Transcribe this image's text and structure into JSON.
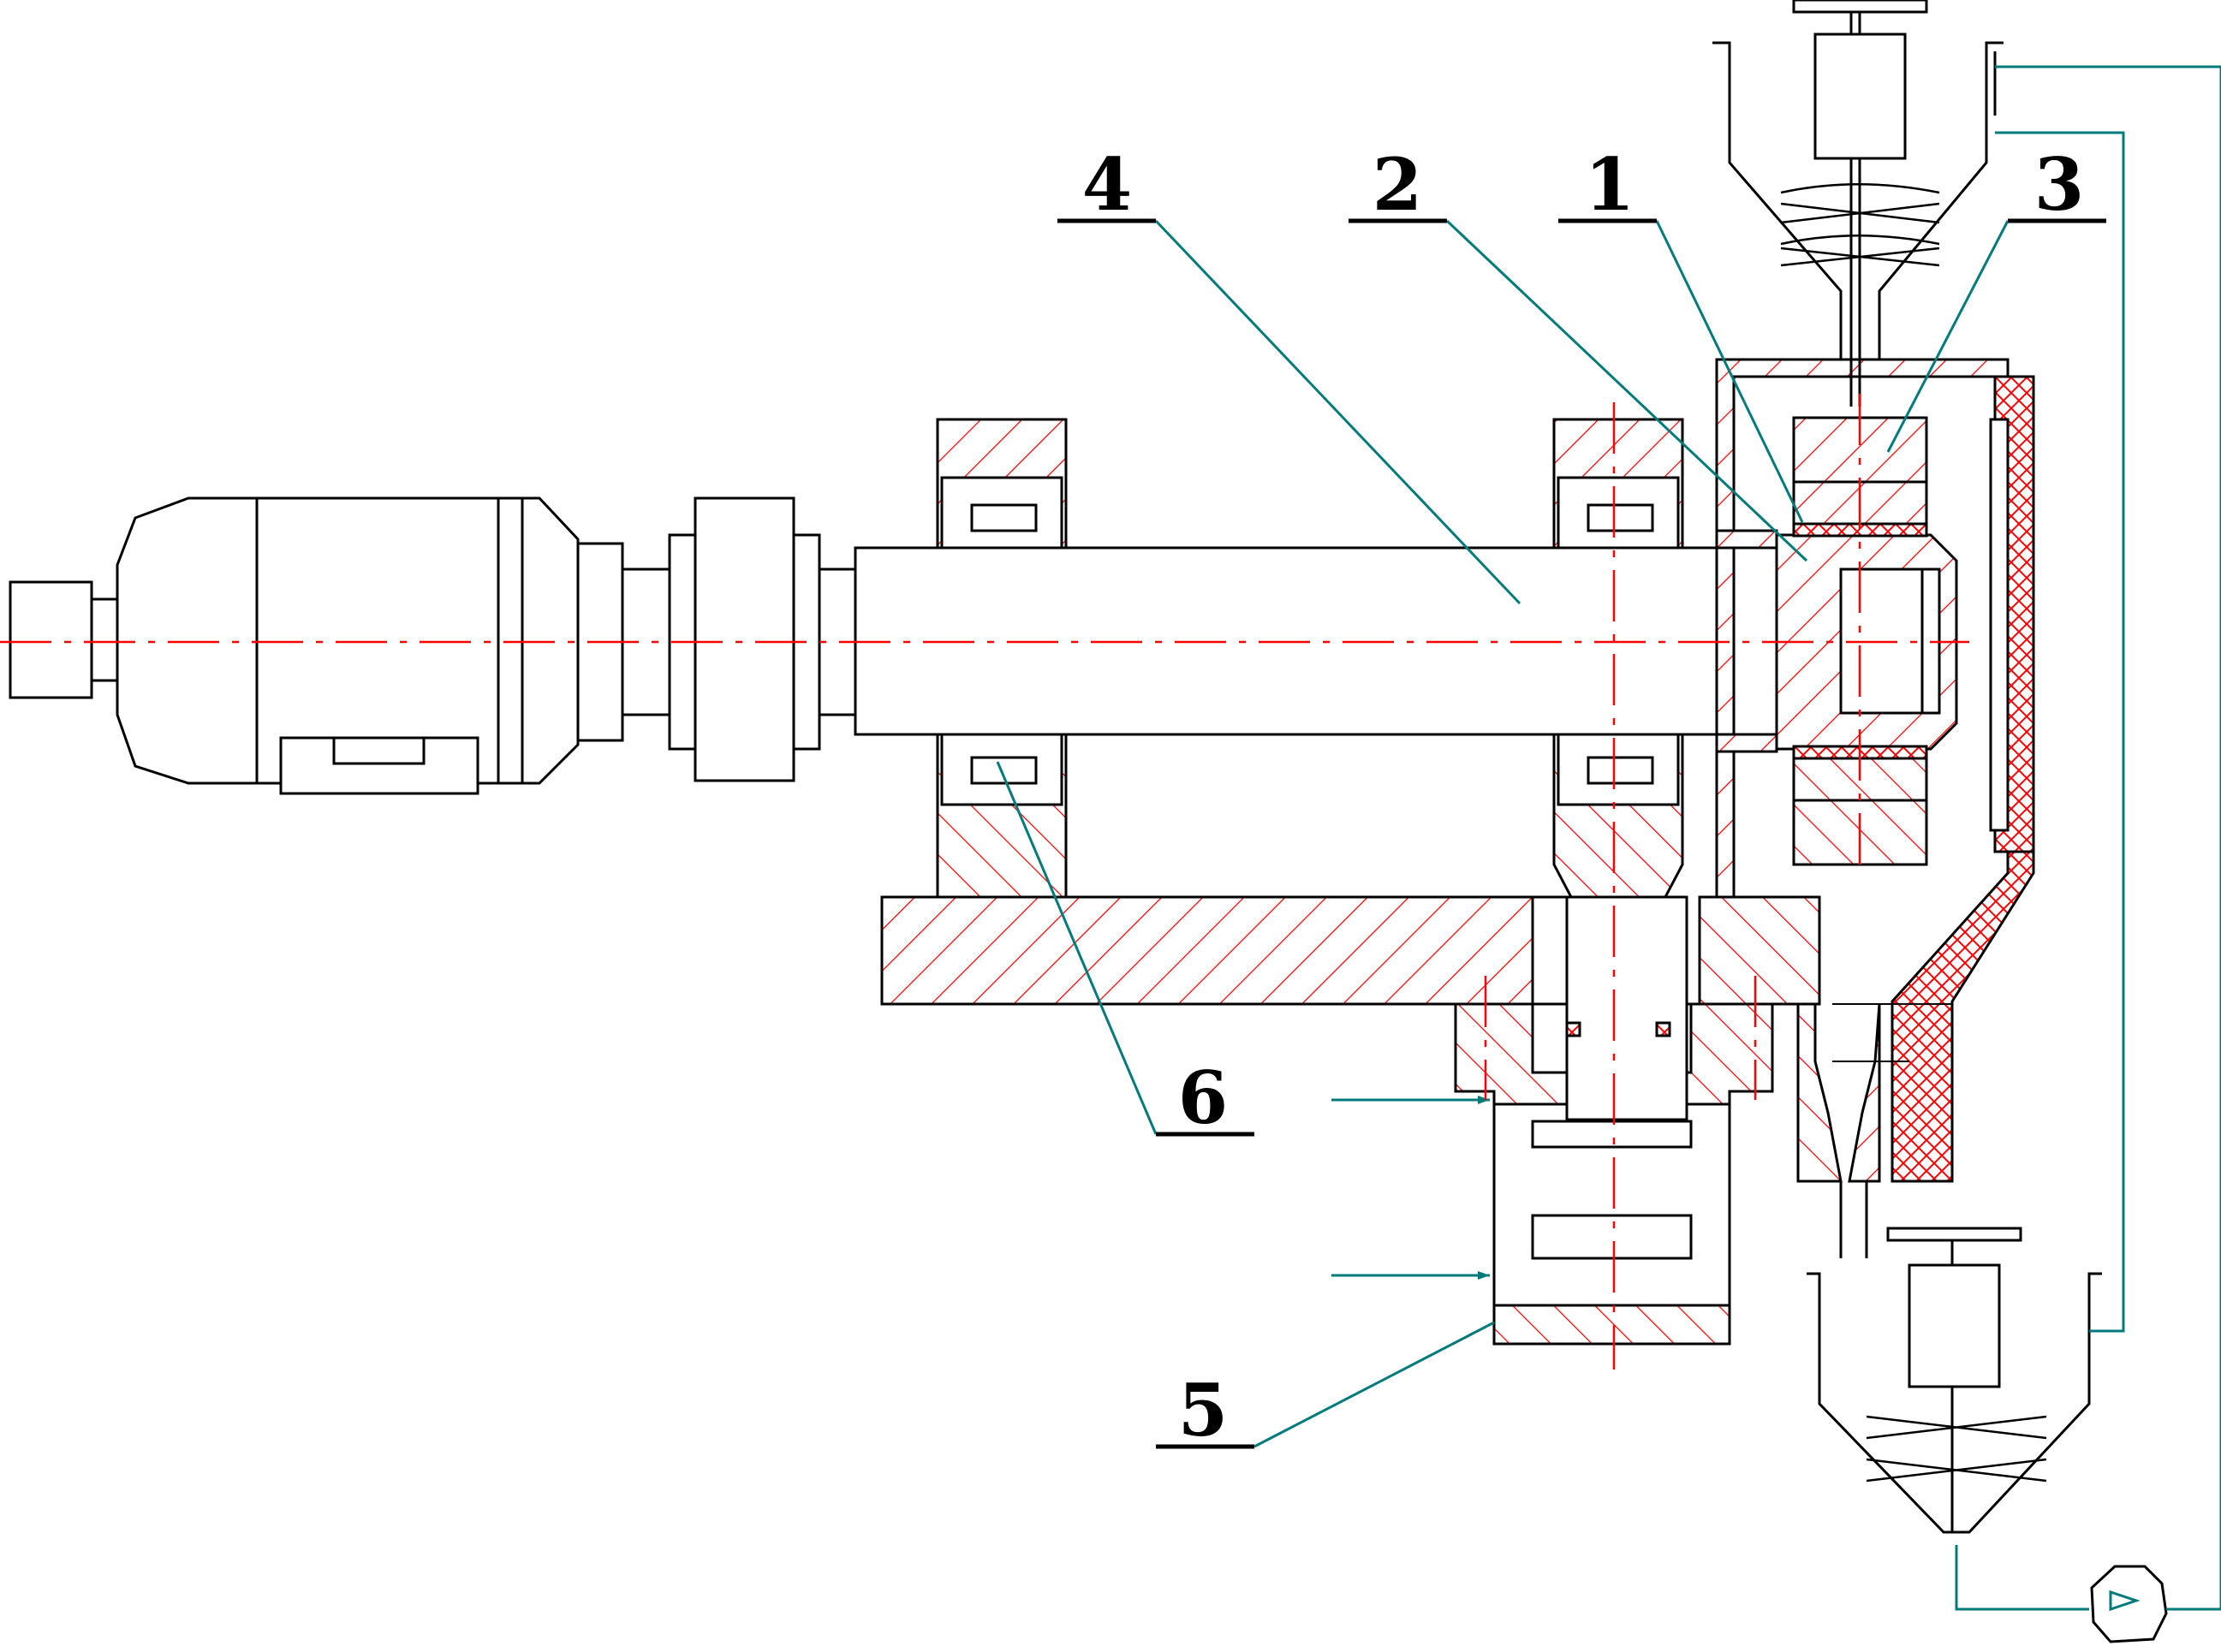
{
  "callouts": [
    {
      "id": "1",
      "label": "1"
    },
    {
      "id": "2",
      "label": "2"
    },
    {
      "id": "3",
      "label": "3"
    },
    {
      "id": "4",
      "label": "4"
    },
    {
      "id": "5",
      "label": "5"
    },
    {
      "id": "6",
      "label": "6"
    }
  ],
  "colors": {
    "outline": "#000000",
    "section_hatch": "#ff0000",
    "leader": "#007a7a",
    "centerline": "#ff0000",
    "background": "#ffffff"
  }
}
